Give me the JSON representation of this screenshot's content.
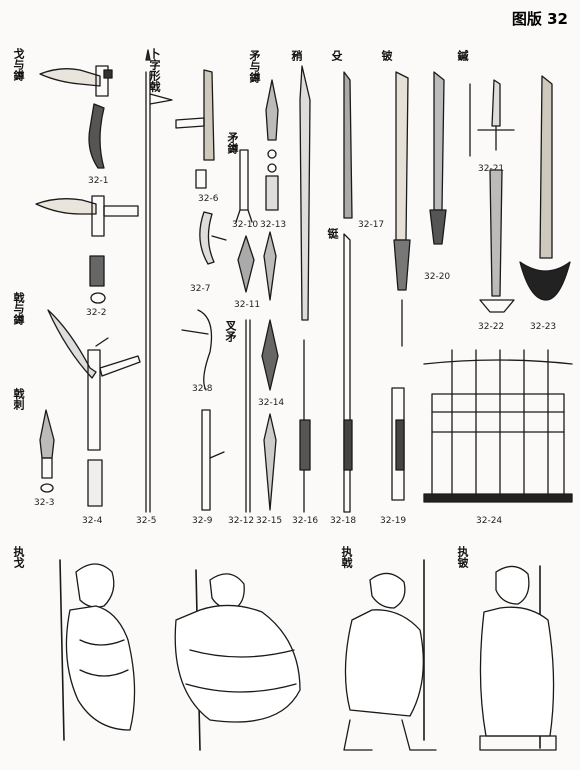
{
  "plate": {
    "title": "图版 32"
  },
  "captions": {
    "ge_ji": "戈与鐏",
    "buzi_ji": "卜字形戟",
    "mao_dui": "矛与鐏",
    "shao": "矟",
    "mao_dui2": "矛鐏",
    "shu": "殳",
    "pi": "铍",
    "bi": "鏚",
    "ji_dui": "戟与鐏",
    "ji_ci": "戟刺",
    "cha_mao": "叉矛",
    "yan": "铤",
    "zhi_ge": "执戈",
    "zhi_ji": "执戟",
    "zhi_pi": "执铍"
  },
  "figure_labels": {
    "f1": "32-1",
    "f2": "32-2",
    "f3": "32-3",
    "f4": "32-4",
    "f5": "32-5",
    "f6": "32-6",
    "f7": "32-7",
    "f8": "32-8",
    "f9": "32-9",
    "f10": "32-10",
    "f11": "32-11",
    "f12": "32-12",
    "f13": "32-13",
    "f14": "32-14",
    "f15": "32-15",
    "f16": "32-16",
    "f17": "32-17",
    "f18": "32-18",
    "f19": "32-19",
    "f20": "32-20",
    "f21": "32-21",
    "f22": "32-22",
    "f23": "32-23",
    "f24": "32-24"
  }
}
